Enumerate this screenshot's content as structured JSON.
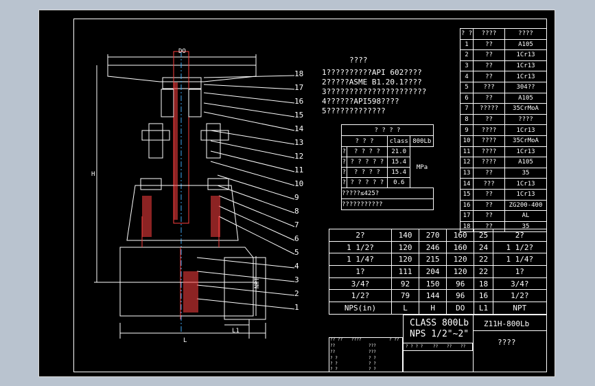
{
  "drawing": {
    "dim_labels": {
      "DO": "DO",
      "H": "H",
      "L": "L",
      "L1": "L1",
      "NPT": "NPT"
    },
    "callouts": [
      "18",
      "17",
      "16",
      "15",
      "14",
      "13",
      "12",
      "11",
      "10",
      "9",
      "8",
      "7",
      "6",
      "5",
      "4",
      "3",
      "2",
      "1"
    ]
  },
  "notes": {
    "title": "????",
    "lines": [
      "1??????????API 602????",
      "2?????ASME B1.20.1????",
      "3??????????????????????",
      "4??????API598????",
      "5?????????????"
    ]
  },
  "pressure_table": {
    "title": "? ? ? ?",
    "header": [
      "? ? ?",
      "class",
      "800Lb"
    ],
    "unit": "MPa",
    "rows": [
      [
        "?",
        "? ? ? ?",
        "21.0"
      ],
      [
        "?",
        "? ? ? ? ?",
        "15.4"
      ],
      [
        "?",
        "? ? ? ?",
        "15.4"
      ],
      [
        "?",
        "? ? ? ? ?",
        "0.6"
      ]
    ],
    "footer1": "?????≤425?",
    "footer2": "???????????"
  },
  "parts_table": {
    "header": [
      "? ?",
      "????",
      "????"
    ],
    "rows": [
      [
        "1",
        "??",
        "A105"
      ],
      [
        "2",
        "??",
        "1Cr13"
      ],
      [
        "3",
        "??",
        "1Cr13"
      ],
      [
        "4",
        "??",
        "1Cr13"
      ],
      [
        "5",
        "???",
        "304??"
      ],
      [
        "6",
        "??",
        "A105"
      ],
      [
        "7",
        "?????",
        "35CrMoA"
      ],
      [
        "8",
        "??",
        "????"
      ],
      [
        "9",
        "????",
        "1Cr13"
      ],
      [
        "10",
        "????",
        "35CrMoA"
      ],
      [
        "11",
        "????",
        "1Cr13"
      ],
      [
        "12",
        "????",
        "A105"
      ],
      [
        "13",
        "??",
        "35"
      ],
      [
        "14",
        "???",
        "1Cr13"
      ],
      [
        "15",
        "??",
        "1Cr13"
      ],
      [
        "16",
        "??",
        "ZG200-400"
      ],
      [
        "17",
        "??",
        "AL"
      ],
      [
        "18",
        "??",
        "35"
      ]
    ]
  },
  "dimensions_table": {
    "rows": [
      [
        "2?",
        "140",
        "270",
        "160",
        "25",
        "2?"
      ],
      [
        "1 1/2?",
        "120",
        "246",
        "160",
        "24",
        "1 1/2?"
      ],
      [
        "1 1/4?",
        "120",
        "215",
        "120",
        "22",
        "1 1/4?"
      ],
      [
        "1?",
        "111",
        "204",
        "120",
        "22",
        "1?"
      ],
      [
        "3/4?",
        "92",
        "150",
        "96",
        "18",
        "3/4?"
      ],
      [
        "1/2?",
        "79",
        "144",
        "96",
        "16",
        "1/2?"
      ]
    ],
    "header": [
      "NPS(in)",
      "L",
      "H",
      "DO",
      "L1",
      "NPT"
    ]
  },
  "title_block": {
    "class_line": "CLASS 800Lb",
    "nps_line": "NPS 1/2\"~2\"",
    "model": "Z11H-800Lb",
    "name": "????",
    "small_cells": [
      [
        "?? ??",
        "????",
        "? ??"
      ],
      [
        "??",
        "???"
      ],
      [
        "??",
        "???"
      ],
      [
        "? ?",
        "? ?"
      ],
      [
        "? ?",
        "? ?"
      ],
      [
        "? ?",
        "? ?"
      ],
      [
        "? ? ? ?",
        "??",
        "??",
        "??"
      ]
    ]
  }
}
